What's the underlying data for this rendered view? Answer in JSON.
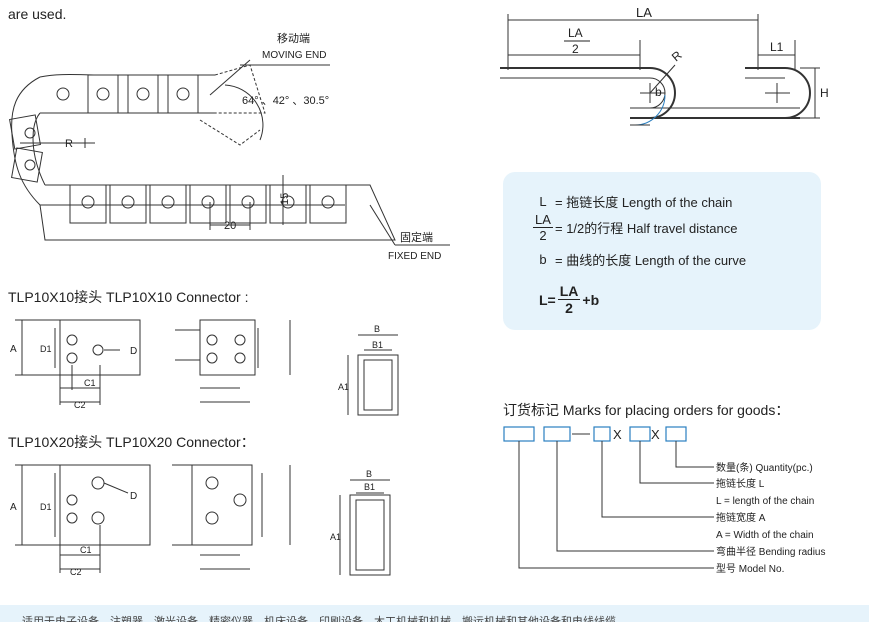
{
  "intro": {
    "text": "are used."
  },
  "chain_diagram": {
    "moving_end_cn": "移动端",
    "moving_end_en": "MOVING END",
    "angles": "64° 、42° 、30.5°",
    "radius": "R",
    "pitch": "20",
    "height": "15",
    "fixed_end_cn": "固定端",
    "fixed_end_en": "FIXED END"
  },
  "travel_diagram": {
    "la": "LA",
    "la_num": "LA",
    "la_den": "2",
    "l1": "L1",
    "r": "R",
    "b": "b",
    "h": "H"
  },
  "formula": {
    "row1_sym": "L",
    "row1_text": "= 拖链长度  Length of the chain",
    "row2_num": "LA",
    "row2_den": "2",
    "row2_text": "= 1/2的行程  Half travel distance",
    "row3_sym": "b",
    "row3_text": "= 曲线的长度  Length of the curve",
    "main_lhs": "L=",
    "main_num": "LA",
    "main_den": "2",
    "main_rhs": "+b"
  },
  "connectors": [
    {
      "heading": "TLP10X10接头  TLP10X10 Connector :",
      "labels": {
        "a": "A",
        "d1": "D1",
        "d": "D",
        "c1": "C1",
        "c2": "C2",
        "b": "B",
        "b1": "B1",
        "a1": "A1"
      }
    },
    {
      "heading": "TLP10X20接头  TLP10X20 Connector：",
      "labels": {
        "a": "A",
        "d1": "D1",
        "d": "D",
        "c1": "C1",
        "c2": "C2",
        "b": "B",
        "b1": "B1",
        "a1": "A1"
      }
    }
  ],
  "order": {
    "heading": "订货标记 Marks for placing orders for goods：",
    "sep1": "X",
    "sep2": "X",
    "legend": [
      "数量(条) Quantity(pc.)",
      "拖链长度 L",
      "L = length of the chain",
      "拖链宽度 A",
      "A = Width of the chain",
      "弯曲半径 Bending radius",
      "型号 Model No."
    ]
  },
  "banner": {
    "text": "适用于电子设备、注塑器、激光设备、精密仪器、机床设备、印刷设备、木工机械和机械、搬运机械和其他设备和电线线缆"
  },
  "colors": {
    "line": "#333333",
    "box_border": "#2a7fc0",
    "panel_bg": "#e6f3fb"
  }
}
